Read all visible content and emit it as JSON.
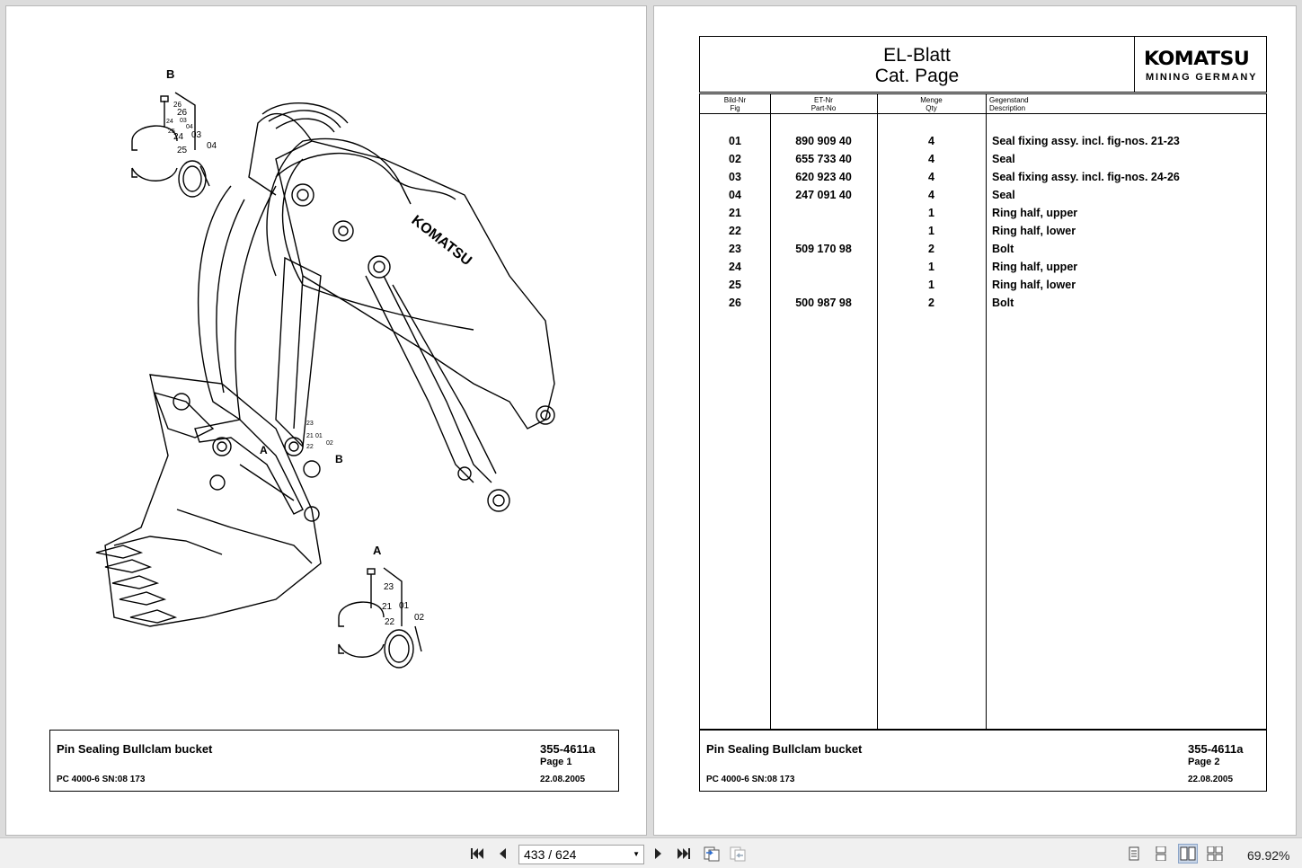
{
  "drawing": {
    "labels": {
      "detail_a": "A",
      "detail_b": "B",
      "callout_a": "A",
      "callout_b": "B",
      "n26": "26",
      "n24s": "24",
      "n03s": "03",
      "n25s": "25",
      "n04s": "04",
      "n03": "03",
      "n24": "24",
      "n25": "25",
      "n04": "04",
      "n23": "23",
      "n21": "21",
      "n01": "01",
      "n22": "22",
      "n02": "02",
      "b23": "23",
      "b21": "21",
      "b01": "01",
      "b22": "22",
      "b02": "02",
      "boom_brand": "KOMATSU"
    }
  },
  "left_page": {
    "title": "Pin Sealing Bullclam bucket",
    "model": "PC 4000-6 SN:08 173",
    "doc_no": "355-4611a",
    "page_no": "Page 1",
    "date": "22.08.2005"
  },
  "right_page": {
    "header_line1": "EL-Blatt",
    "header_line2": "Cat. Page",
    "logo_brand": "KOMATSU",
    "logo_sub": "MINING GERMANY",
    "columns": [
      {
        "de": "Bild-Nr",
        "en": "Fig"
      },
      {
        "de": "ET-Nr",
        "en": "Part-No"
      },
      {
        "de": "Menge",
        "en": "Qty"
      },
      {
        "de": "Gegenstand",
        "en": "Description"
      }
    ],
    "rows": [
      {
        "fig": "01",
        "part": "890 909 40",
        "qty": "4",
        "desc": "Seal fixing assy. incl. fig-nos. 21-23"
      },
      {
        "fig": "02",
        "part": "655 733 40",
        "qty": "4",
        "desc": "Seal"
      },
      {
        "fig": "03",
        "part": "620 923 40",
        "qty": "4",
        "desc": "Seal fixing assy. incl. fig-nos. 24-26"
      },
      {
        "fig": "04",
        "part": "247 091 40",
        "qty": "4",
        "desc": "Seal"
      },
      {
        "fig": "21",
        "part": "",
        "qty": "1",
        "desc": "Ring half, upper"
      },
      {
        "fig": "22",
        "part": "",
        "qty": "1",
        "desc": "Ring half, lower"
      },
      {
        "fig": "23",
        "part": "509 170 98",
        "qty": "2",
        "desc": "Bolt"
      },
      {
        "fig": "24",
        "part": "",
        "qty": "1",
        "desc": "Ring half, upper"
      },
      {
        "fig": "25",
        "part": "",
        "qty": "1",
        "desc": "Ring half, lower"
      },
      {
        "fig": "26",
        "part": "500 987 98",
        "qty": "2",
        "desc": "Bolt"
      }
    ],
    "title": "Pin Sealing Bullclam bucket",
    "model": "PC 4000-6 SN:08 173",
    "doc_no": "355-4611a",
    "page_no": "Page 2",
    "date": "22.08.2005"
  },
  "toolbar": {
    "current_page": "433",
    "page_sep": "/",
    "total_pages": "624",
    "zoom": "69.92%"
  }
}
